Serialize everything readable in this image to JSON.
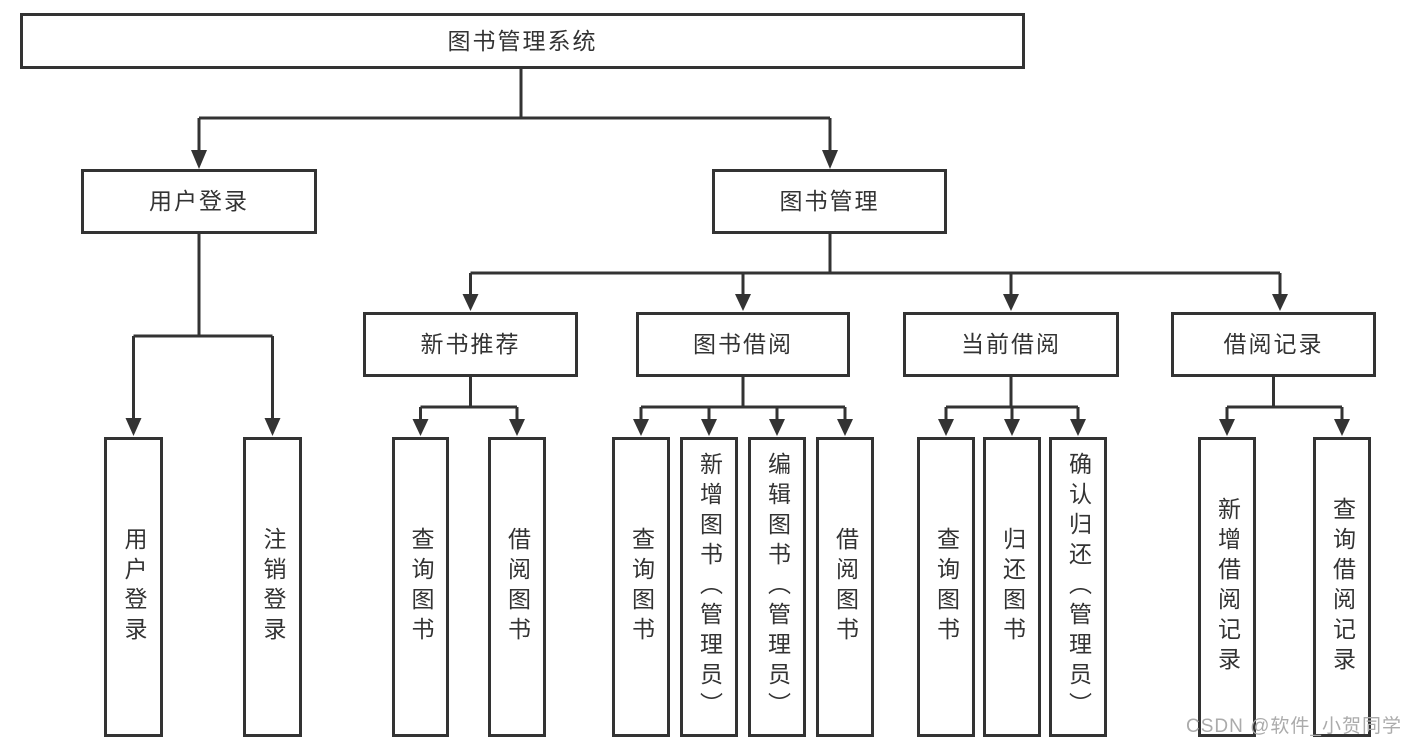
{
  "tree": {
    "root": {
      "label": "图书管理系统"
    },
    "branches": [
      {
        "label": "用户登录",
        "children": [
          {
            "label": "用户登录"
          },
          {
            "label": "注销登录"
          }
        ]
      },
      {
        "label": "图书管理",
        "children": [
          {
            "label": "新书推荐",
            "children": [
              {
                "label": "查询图书"
              },
              {
                "label": "借阅图书"
              }
            ]
          },
          {
            "label": "图书借阅",
            "children": [
              {
                "label": "查询图书"
              },
              {
                "label": "新增图书（管理员）"
              },
              {
                "label": "编辑图书（管理员）"
              },
              {
                "label": "借阅图书"
              }
            ]
          },
          {
            "label": "当前借阅",
            "children": [
              {
                "label": "查询图书"
              },
              {
                "label": "归还图书"
              },
              {
                "label": "确认归还（管理员）"
              }
            ]
          },
          {
            "label": "借阅记录",
            "children": [
              {
                "label": "新增借阅记录"
              },
              {
                "label": "查询借阅记录"
              }
            ]
          }
        ]
      }
    ]
  },
  "watermark": {
    "text": "CSDN @软件_小贺同学"
  },
  "colors": {
    "line": "#333333",
    "box_border": "#333333",
    "text": "#333333",
    "background": "#ffffff",
    "watermark": "#ababab"
  }
}
